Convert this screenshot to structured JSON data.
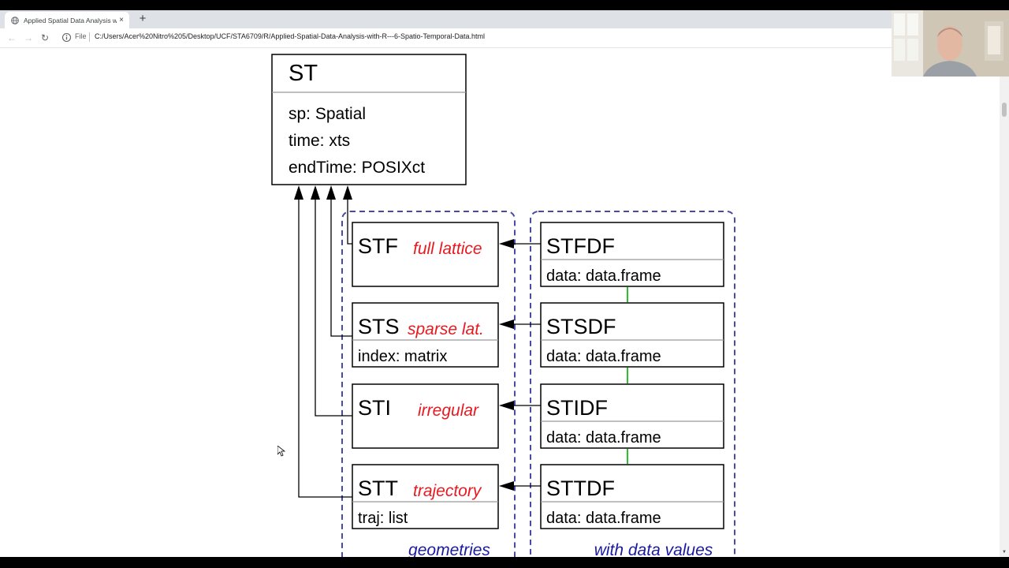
{
  "browser": {
    "tab_title": "Applied Spatial Data Analysis wi",
    "tab_close": "×",
    "new_tab": "+",
    "back": "←",
    "forward": "→",
    "reload": "↻",
    "addr_scheme": "File",
    "url": "C:/Users/Acer%20Nitro%205/Desktop/UCF/STA6709/R/Applied-Spatial-Data-Analysis-with-R---6-Spatio-Temporal-Data.html"
  },
  "diagram": {
    "st": {
      "name": "ST",
      "slots": [
        "sp: Spatial",
        "time: xts",
        "endTime: POSIXct"
      ]
    },
    "geometries": [
      {
        "name": "STF",
        "type": "full lattice",
        "slot": ""
      },
      {
        "name": "STS",
        "type": "sparse lat.",
        "slot": "index: matrix"
      },
      {
        "name": "STI",
        "type": "irregular",
        "slot": ""
      },
      {
        "name": "STT",
        "type": "trajectory",
        "slot": "traj: list"
      }
    ],
    "values": [
      {
        "name": "STFDF",
        "slot": "data: data.frame"
      },
      {
        "name": "STSDF",
        "slot": "data: data.frame"
      },
      {
        "name": "STIDF",
        "slot": "data: data.frame"
      },
      {
        "name": "STTDF",
        "slot": "data: data.frame"
      }
    ],
    "group_geometries": "geometries",
    "group_values": "with data values"
  },
  "colors": {
    "type_label": "#e8191f",
    "group_label": "#1a1aa0",
    "group_border": "#4a4aa6",
    "link_green": "#14b814"
  }
}
